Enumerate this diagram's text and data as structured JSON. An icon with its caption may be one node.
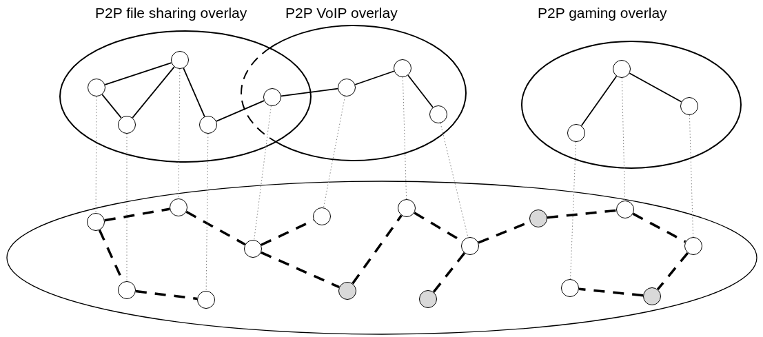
{
  "diagram": {
    "nodes": [
      {
        "text": [
          "P2P file sharing overlay"
        ]
      },
      {
        "text": [
          "P2P VoIP overlay"
        ]
      },
      {
        "text": [
          "P2P gaming overlay"
        ]
      },
      {
        "text": [],
        "shape": "circle",
        "in": 0
      },
      {
        "text": [],
        "shape": "circle",
        "in": 0
      },
      {
        "text": [],
        "shape": "circle",
        "in": 0
      },
      {
        "text": [],
        "shape": "circle",
        "in": 0
      },
      {
        "text": [],
        "shape": "circle"
      },
      {
        "text": [],
        "shape": "circle",
        "in": 1
      },
      {
        "text": [],
        "shape": "circle",
        "in": 1
      },
      {
        "text": [],
        "shape": "circle",
        "in": 1
      },
      {
        "text": [],
        "shape": "circle",
        "in": 2
      },
      {
        "text": [],
        "shape": "circle",
        "in": 2
      },
      {
        "text": [],
        "shape": "circle",
        "in": 2
      },
      {
        "text": [],
        "shape": "ellipse"
      },
      {
        "text": [],
        "shape": "circle",
        "in": 14
      },
      {
        "text": [],
        "shape": "circle",
        "in": 14
      },
      {
        "text": [],
        "shape": "circle",
        "in": 14
      },
      {
        "text": [],
        "shape": "circle",
        "in": 14
      },
      {
        "text": [],
        "shape": "circle",
        "in": 14
      },
      {
        "text": [],
        "shape": "circle",
        "in": 14
      },
      {
        "text": [],
        "shape": "circle",
        "in": 14
      },
      {
        "text": [],
        "shape": "circle",
        "in": 14
      },
      {
        "text": [],
        "shape": "circle",
        "in": 14
      },
      {
        "text": [],
        "shape": "circle",
        "in": 14
      },
      {
        "text": [],
        "shape": "circle",
        "in": 14
      },
      {
        "text": [],
        "shape": "circle",
        "in": 14
      },
      {
        "text": [],
        "shape": "circle",
        "in": 14
      },
      {
        "text": [],
        "shape": "circle",
        "in": 14
      },
      {
        "text": [],
        "shape": "circle",
        "in": 14
      }
    ],
    "edges": [
      {
        "from": 3,
        "to": 5,
        "arrow": "none"
      },
      {
        "from": 3,
        "to": 4,
        "arrow": "none"
      },
      {
        "from": 4,
        "to": 5,
        "arrow": "none"
      },
      {
        "from": 5,
        "to": 6,
        "arrow": "none"
      },
      {
        "from": 6,
        "to": 7,
        "arrow": "none"
      },
      {
        "from": 7,
        "to": 8,
        "arrow": "none"
      },
      {
        "from": 8,
        "to": 9,
        "arrow": "none"
      },
      {
        "from": 9,
        "to": 10,
        "arrow": "none"
      },
      {
        "from": 11,
        "to": 12,
        "arrow": "none"
      },
      {
        "from": 11,
        "to": 13,
        "arrow": "none"
      },
      {
        "from": 15,
        "to": 16,
        "arrow": "none",
        "style": "dashed"
      },
      {
        "from": 15,
        "to": 17,
        "arrow": "none",
        "style": "dashed"
      },
      {
        "from": 17,
        "to": 18,
        "arrow": "none",
        "style": "dashed"
      },
      {
        "from": 16,
        "to": 19,
        "arrow": "none",
        "style": "dashed"
      },
      {
        "from": 19,
        "to": 20,
        "arrow": "none",
        "style": "dashed"
      },
      {
        "from": 19,
        "to": 23,
        "arrow": "none",
        "style": "dashed"
      },
      {
        "from": 23,
        "to": 21,
        "arrow": "none",
        "style": "dashed"
      },
      {
        "from": 21,
        "to": 22,
        "arrow": "none",
        "style": "dashed"
      },
      {
        "from": 22,
        "to": 24,
        "arrow": "none",
        "style": "dashed"
      },
      {
        "from": 22,
        "to": 25,
        "arrow": "none",
        "style": "dashed"
      },
      {
        "from": 25,
        "to": 26,
        "arrow": "none",
        "style": "dashed"
      },
      {
        "from": 26,
        "to": 27,
        "arrow": "none",
        "style": "dashed"
      },
      {
        "from": 27,
        "to": 29,
        "arrow": "none",
        "style": "dashed"
      },
      {
        "from": 29,
        "to": 28,
        "arrow": "none",
        "style": "dashed"
      },
      {
        "from": 3,
        "to": 15,
        "arrow": "none",
        "style": "dashed",
        "color": "#808080"
      },
      {
        "from": 4,
        "to": 17,
        "arrow": "none",
        "style": "dashed",
        "color": "#808080"
      },
      {
        "from": 5,
        "to": 16,
        "arrow": "none",
        "style": "dashed",
        "color": "#808080"
      },
      {
        "from": 6,
        "to": 18,
        "arrow": "none",
        "style": "dashed",
        "color": "#808080"
      },
      {
        "from": 7,
        "to": 19,
        "arrow": "none",
        "style": "dashed",
        "color": "#808080"
      },
      {
        "from": 8,
        "to": 20,
        "arrow": "none",
        "style": "dashed",
        "color": "#808080"
      },
      {
        "from": 9,
        "to": 21,
        "arrow": "none",
        "style": "dashed",
        "color": "#808080"
      },
      {
        "from": 10,
        "to": 22,
        "arrow": "none",
        "style": "dashed",
        "color": "#808080"
      },
      {
        "from": 11,
        "to": 26,
        "arrow": "none",
        "style": "dashed",
        "color": "#808080"
      },
      {
        "from": 12,
        "to": 28,
        "arrow": "none",
        "style": "dashed",
        "color": "#808080"
      },
      {
        "from": 13,
        "to": 27,
        "arrow": "none",
        "style": "dashed",
        "color": "#808080"
      }
    ]
  }
}
